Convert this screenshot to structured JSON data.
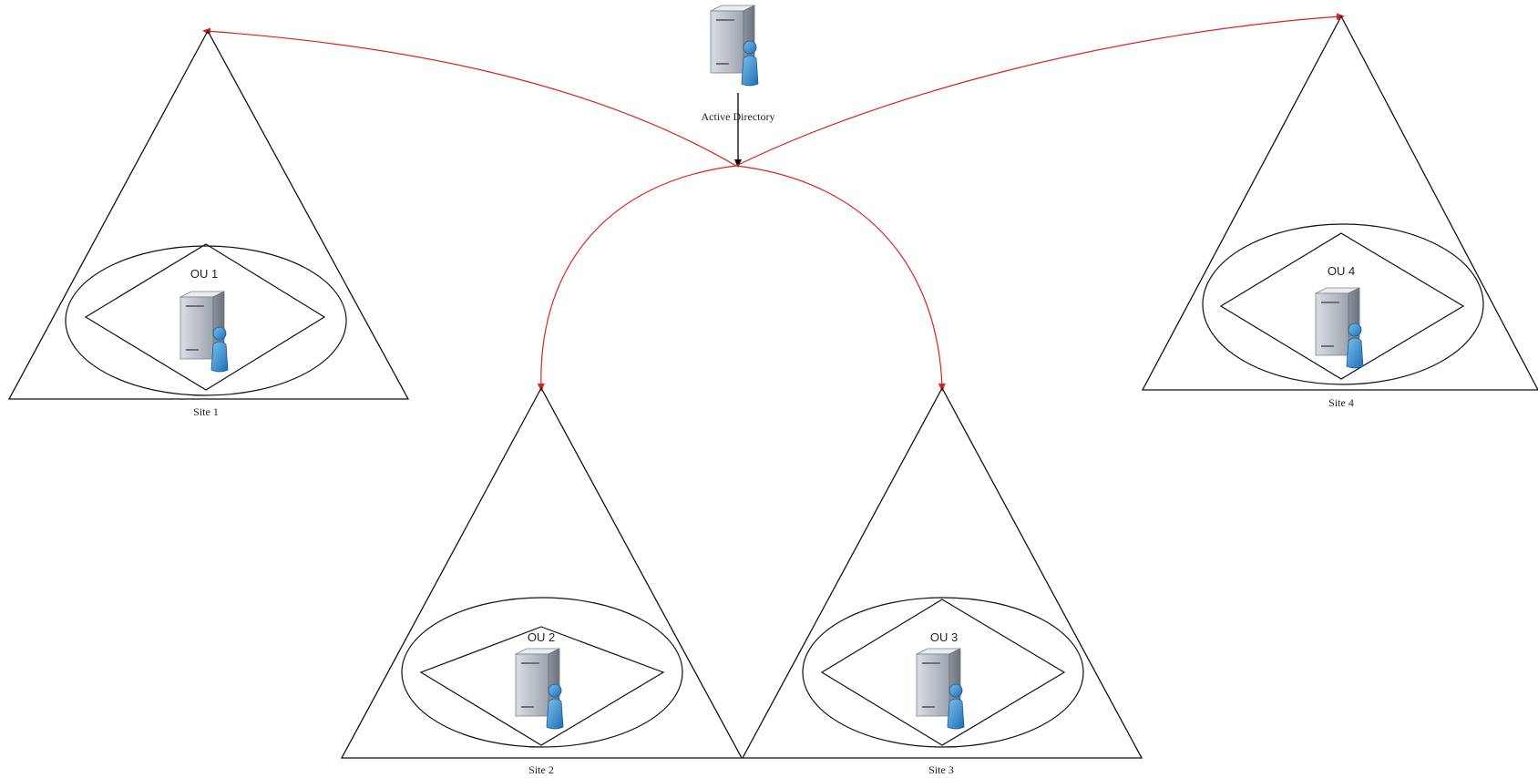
{
  "hub": {
    "label": "Active Directory",
    "icon": "directory-server-icon"
  },
  "sites": [
    {
      "label": "Site 1",
      "ou": {
        "label": "OU 1",
        "icon": "directory-server-icon"
      }
    },
    {
      "label": "Site 2",
      "ou": {
        "label": "OU 2",
        "icon": "directory-server-icon"
      }
    },
    {
      "label": "Site 3",
      "ou": {
        "label": "OU 3",
        "icon": "directory-server-icon"
      }
    },
    {
      "label": "Site 4",
      "ou": {
        "label": "OU 4",
        "icon": "directory-server-icon"
      }
    }
  ],
  "colors": {
    "link": "#e02020",
    "outline": "#111111",
    "hub_arrow": "#000000"
  }
}
